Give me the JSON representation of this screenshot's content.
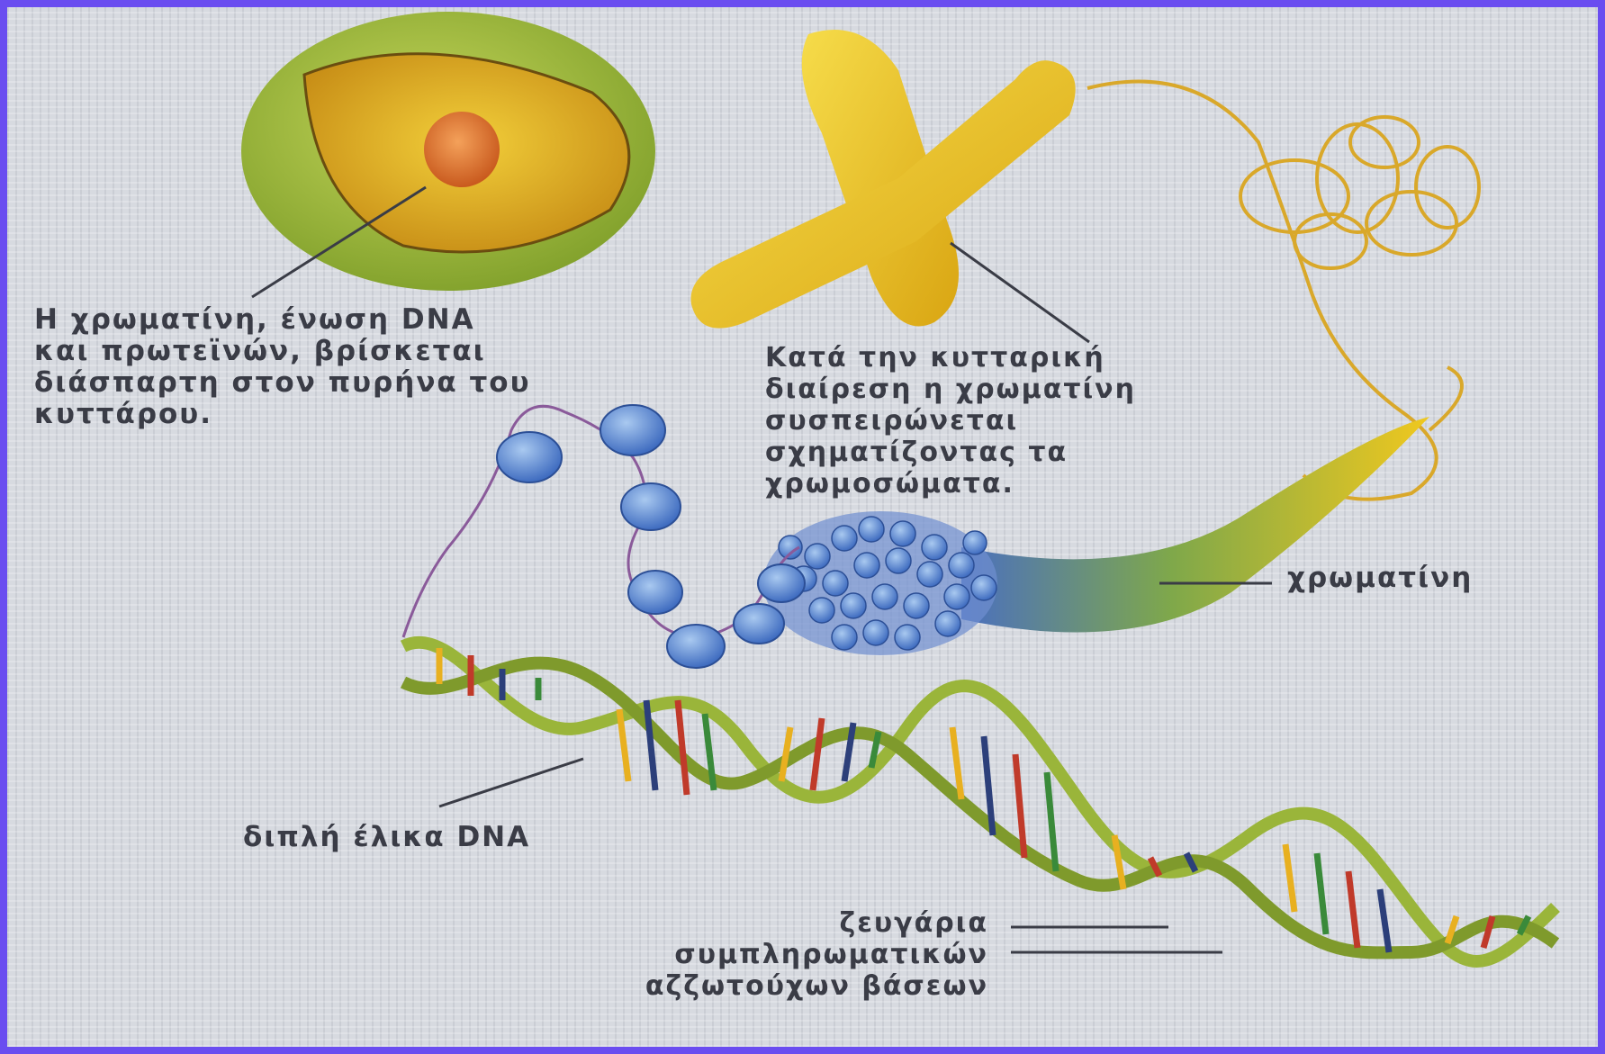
{
  "labels": {
    "chromatin_nucleus": "Η χρωματίνη, ένωση DNA\nκαι πρωτεϊνών, βρίσκεται\nδιάσπαρτη στον πυρήνα του\nκυττάρου.",
    "chromosome_formation": "Κατά την κυτταρική\nδιαίρεση η χρωματίνη\nσυσπειρώνεται\nσχηματίζοντας τα\nχρωμοσώματα.",
    "chromatin": "χρωματίνη",
    "double_helix": "διπλή έλικα DNA",
    "base_pairs": "ζευγάρια\nσυμπληρωματικών\nαζζωτούχων βάσεων"
  },
  "colors": {
    "frame": "#6a4df0",
    "cell_green": "#9cbc3a",
    "cell_interior": "#e0b020",
    "nucleus": "#e8792a",
    "chromosome": "#f0c81e",
    "nucleosome": "#5b8fd6",
    "helix_backbone": "#9ab53a",
    "base_yellow": "#e8b020",
    "base_red": "#c03a2a",
    "base_blue": "#2c3f7a",
    "base_green": "#3a8a3a",
    "leader_line": "#3a3c46"
  }
}
